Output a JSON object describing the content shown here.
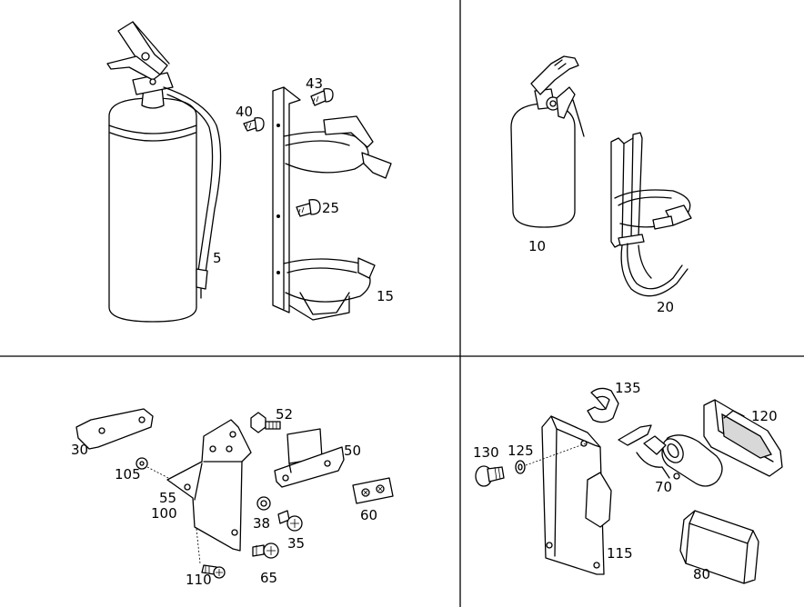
{
  "labels": {
    "p5": "5",
    "p10": "10",
    "p15": "15",
    "p20": "20",
    "p25": "25",
    "p30": "30",
    "p35": "35",
    "p38": "38",
    "p40": "40",
    "p43": "43",
    "p50": "50",
    "p52": "52",
    "p55": "55",
    "p60": "60",
    "p65": "65",
    "p70": "70",
    "p80": "80",
    "p100": "100",
    "p105": "105",
    "p110": "110",
    "p115": "115",
    "p120": "120",
    "p125": "125",
    "p130": "130",
    "p135": "135"
  }
}
